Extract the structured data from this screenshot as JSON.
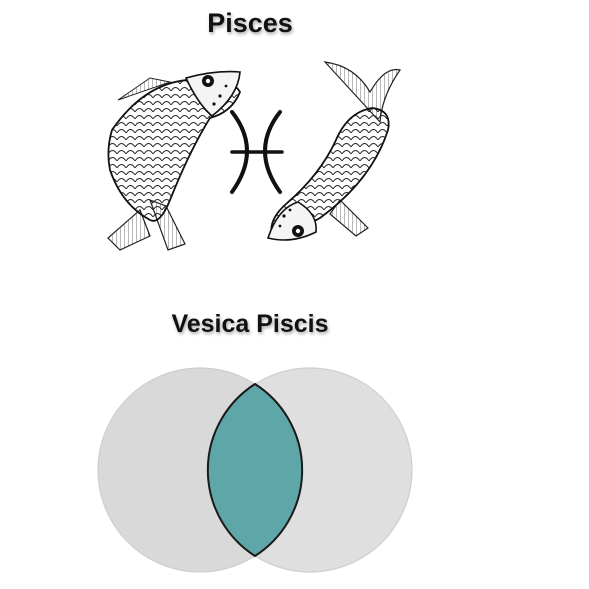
{
  "top_section": {
    "title": "Pisces",
    "symbol": "pisces-glyph",
    "illustration": "two-fish-icon"
  },
  "bottom_section": {
    "title": "Vesica Piscis",
    "circle_fill": "#d9d9d9",
    "overlap_fill": "#5fa6a8",
    "stroke": "#1a1a1a"
  }
}
